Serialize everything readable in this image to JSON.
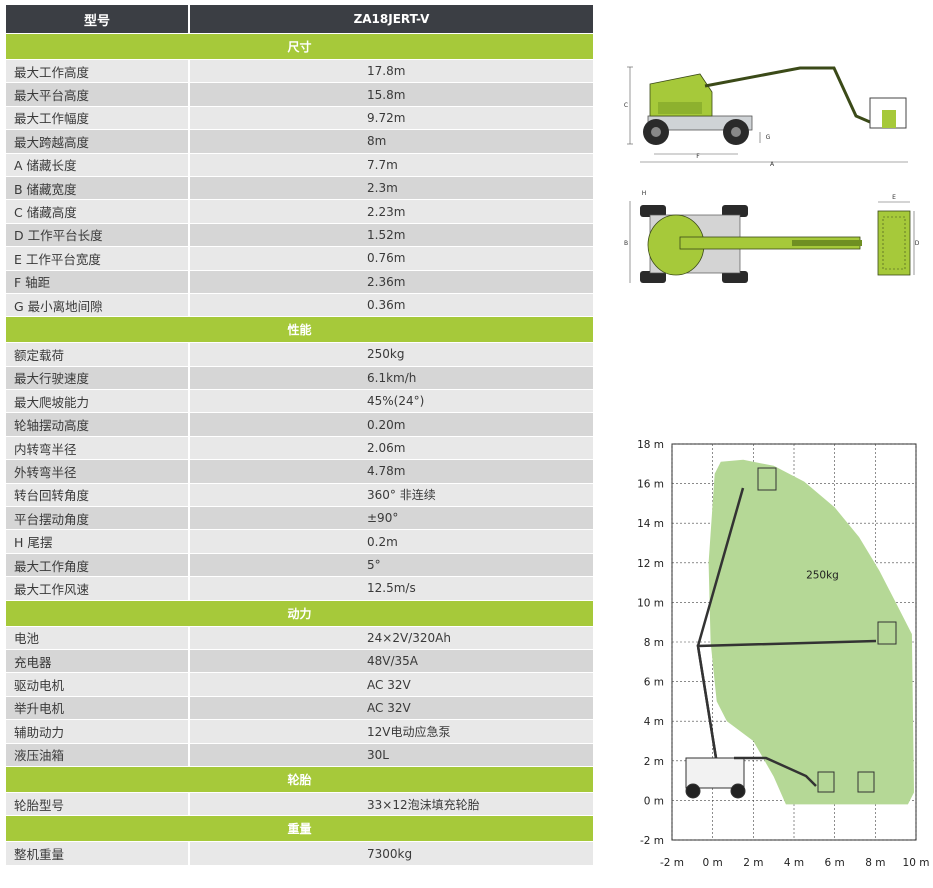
{
  "table": {
    "header": {
      "model_label": "型号",
      "model_value": "ZA18JERT-V"
    },
    "sections": [
      {
        "title": "尺寸",
        "rows": [
          {
            "k": "最大工作高度",
            "v": "17.8m"
          },
          {
            "k": "最大平台高度",
            "v": "15.8m"
          },
          {
            "k": "最大工作幅度",
            "v": "9.72m"
          },
          {
            "k": "最大跨越高度",
            "v": "8m"
          },
          {
            "k": "A 储藏长度",
            "v": "7.7m"
          },
          {
            "k": "B 储藏宽度",
            "v": "2.3m"
          },
          {
            "k": "C 储藏高度",
            "v": "2.23m"
          },
          {
            "k": "D 工作平台长度",
            "v": "1.52m"
          },
          {
            "k": "E 工作平台宽度",
            "v": "0.76m"
          },
          {
            "k": "F 轴距",
            "v": "2.36m"
          },
          {
            "k": "G 最小离地间隙",
            "v": "0.36m"
          }
        ]
      },
      {
        "title": "性能",
        "rows": [
          {
            "k": "额定载荷",
            "v": "250kg"
          },
          {
            "k": "最大行驶速度",
            "v": "6.1km/h"
          },
          {
            "k": "最大爬坡能力",
            "v": "45%(24°)"
          },
          {
            "k": "轮轴摆动高度",
            "v": "0.20m"
          },
          {
            "k": "内转弯半径",
            "v": "2.06m"
          },
          {
            "k": "外转弯半径",
            "v": "4.78m"
          },
          {
            "k": "转台回转角度",
            "v": "360° 非连续"
          },
          {
            "k": "平台摆动角度",
            "v": "±90°"
          },
          {
            "k": "H 尾摆",
            "v": "0.2m"
          },
          {
            "k": "最大工作角度",
            "v": "5°"
          },
          {
            "k": "最大工作风速",
            "v": "12.5m/s"
          }
        ]
      },
      {
        "title": "动力",
        "rows": [
          {
            "k": "电池",
            "v": "24×2V/320Ah"
          },
          {
            "k": "充电器",
            "v": "48V/35A"
          },
          {
            "k": "驱动电机",
            "v": "AC 32V"
          },
          {
            "k": "举升电机",
            "v": "AC 32V"
          },
          {
            "k": "辅助动力",
            "v": "12V电动应急泵"
          },
          {
            "k": "液压油箱",
            "v": "30L"
          }
        ]
      },
      {
        "title": "轮胎",
        "rows": [
          {
            "k": "轮胎型号",
            "v": "33×12泡沫填充轮胎"
          }
        ]
      },
      {
        "title": "重量",
        "rows": [
          {
            "k": "整机重量",
            "v": "7300kg"
          }
        ]
      }
    ]
  },
  "side_view": {
    "labels": {
      "a": "A",
      "c": "C",
      "f": "F",
      "g": "G"
    }
  },
  "top_view": {
    "labels": {
      "b": "B",
      "d": "D",
      "e": "E",
      "h": "H"
    }
  },
  "colors": {
    "accent": "#a6c93a",
    "header": "#3b3e44",
    "envelope": "#b5d896"
  },
  "chart_data": {
    "type": "area",
    "title": "",
    "xlabel": "",
    "ylabel": "",
    "x_ticks": [
      "-2 m",
      "0 m",
      "2 m",
      "4 m",
      "6 m",
      "8 m",
      "10 m"
    ],
    "y_ticks": [
      "-2 m",
      "0 m",
      "2 m",
      "4 m",
      "6 m",
      "8 m",
      "10 m",
      "12 m",
      "14 m",
      "16 m",
      "18 m"
    ],
    "xlim": [
      -2,
      10
    ],
    "ylim": [
      -2,
      18
    ],
    "grid": true,
    "envelope_label": "250kg",
    "envelope_outline": [
      {
        "x": 0.1,
        "y": 16.5
      },
      {
        "x": 0.4,
        "y": 17.1
      },
      {
        "x": 1.5,
        "y": 17.2
      },
      {
        "x": 3.0,
        "y": 16.9
      },
      {
        "x": 4.5,
        "y": 16.1
      },
      {
        "x": 6.0,
        "y": 14.8
      },
      {
        "x": 7.2,
        "y": 13.3
      },
      {
        "x": 8.2,
        "y": 11.6
      },
      {
        "x": 9.0,
        "y": 10.0
      },
      {
        "x": 9.8,
        "y": 8.4
      },
      {
        "x": 9.9,
        "y": 0.4
      },
      {
        "x": 9.6,
        "y": -0.2
      },
      {
        "x": 3.6,
        "y": -0.2
      },
      {
        "x": 3.0,
        "y": 1.2
      },
      {
        "x": 2.0,
        "y": 3.0
      },
      {
        "x": 0.7,
        "y": 4.0
      },
      {
        "x": 0.2,
        "y": 5.0
      },
      {
        "x": -0.1,
        "y": 8.0
      },
      {
        "x": -0.2,
        "y": 12.0
      }
    ]
  }
}
